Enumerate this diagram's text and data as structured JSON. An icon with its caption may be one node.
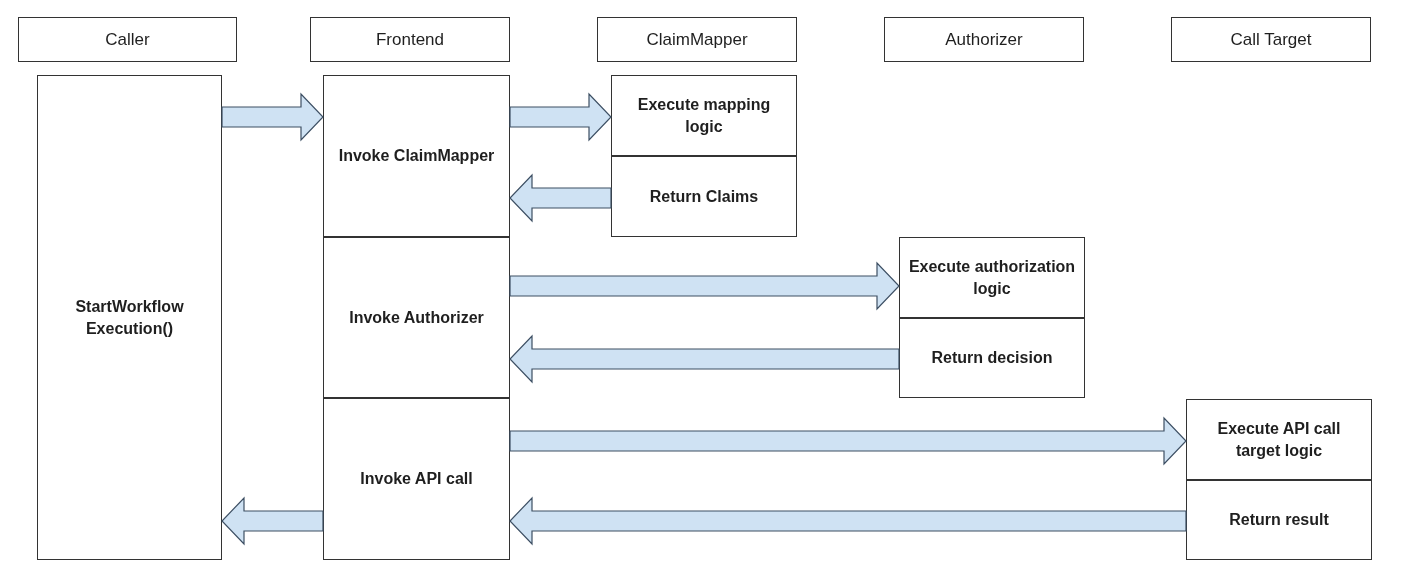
{
  "diagram": {
    "nodes": [
      {
        "text": [
          "Caller"
        ]
      },
      {
        "text": [
          "Frontend"
        ]
      },
      {
        "text": [
          "ClaimMapper"
        ]
      },
      {
        "text": [
          "Authorizer"
        ]
      },
      {
        "text": [
          "Call Target"
        ]
      },
      {
        "text": [
          "StartWorkflow Execution()"
        ]
      },
      {
        "text": [
          "Invoke ClaimMapper"
        ]
      },
      {
        "text": [
          "Invoke Authorizer"
        ]
      },
      {
        "text": [
          "Invoke API call"
        ]
      },
      {
        "text": [
          "Execute mapping logic"
        ]
      },
      {
        "text": [
          "Return Claims"
        ]
      },
      {
        "text": [
          "Execute authorization logic"
        ]
      },
      {
        "text": [
          "Return decision"
        ]
      },
      {
        "text": [
          "Execute API call target logic"
        ]
      },
      {
        "text": [
          "Return result"
        ]
      }
    ],
    "edges": [
      {
        "from": 5,
        "to": 6,
        "arrow": "to"
      },
      {
        "from": 6,
        "to": 9,
        "arrow": "to"
      },
      {
        "from": 10,
        "to": 6,
        "arrow": "to"
      },
      {
        "from": 7,
        "to": 11,
        "arrow": "to"
      },
      {
        "from": 12,
        "to": 7,
        "arrow": "to"
      },
      {
        "from": 8,
        "to": 13,
        "arrow": "to"
      },
      {
        "from": 14,
        "to": 8,
        "arrow": "to"
      },
      {
        "from": 8,
        "to": 5,
        "arrow": "to"
      }
    ]
  }
}
